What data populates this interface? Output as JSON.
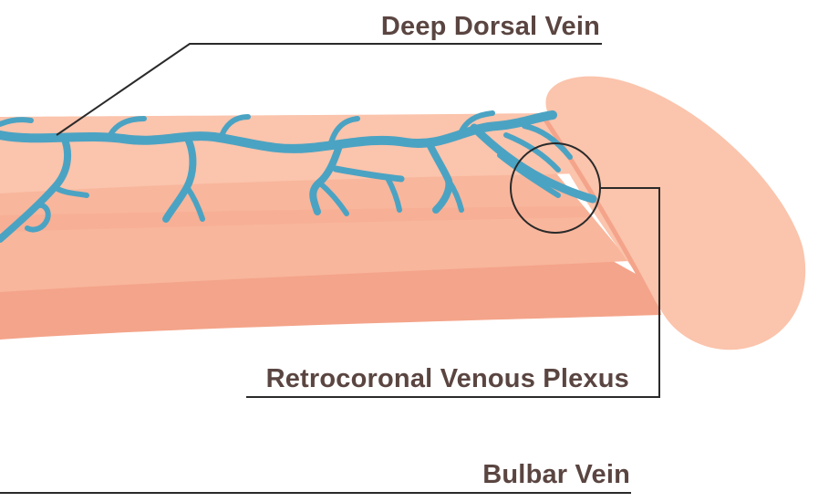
{
  "labels": {
    "deep_dorsal_vein": "Deep Dorsal Vein",
    "retrocoronal_venous_plexus": "Retrocoronal Venous Plexus",
    "bulbar_vein": "Bulbar Vein"
  },
  "colors": {
    "skin_light": "#fbc4ac",
    "skin_mid": "#f8b69c",
    "skin_dark": "#f4a48a",
    "vein": "#4ba3c3",
    "vein_outline": "#3b8fb0",
    "text": "#5a4541",
    "line": "#2a2a2a"
  }
}
